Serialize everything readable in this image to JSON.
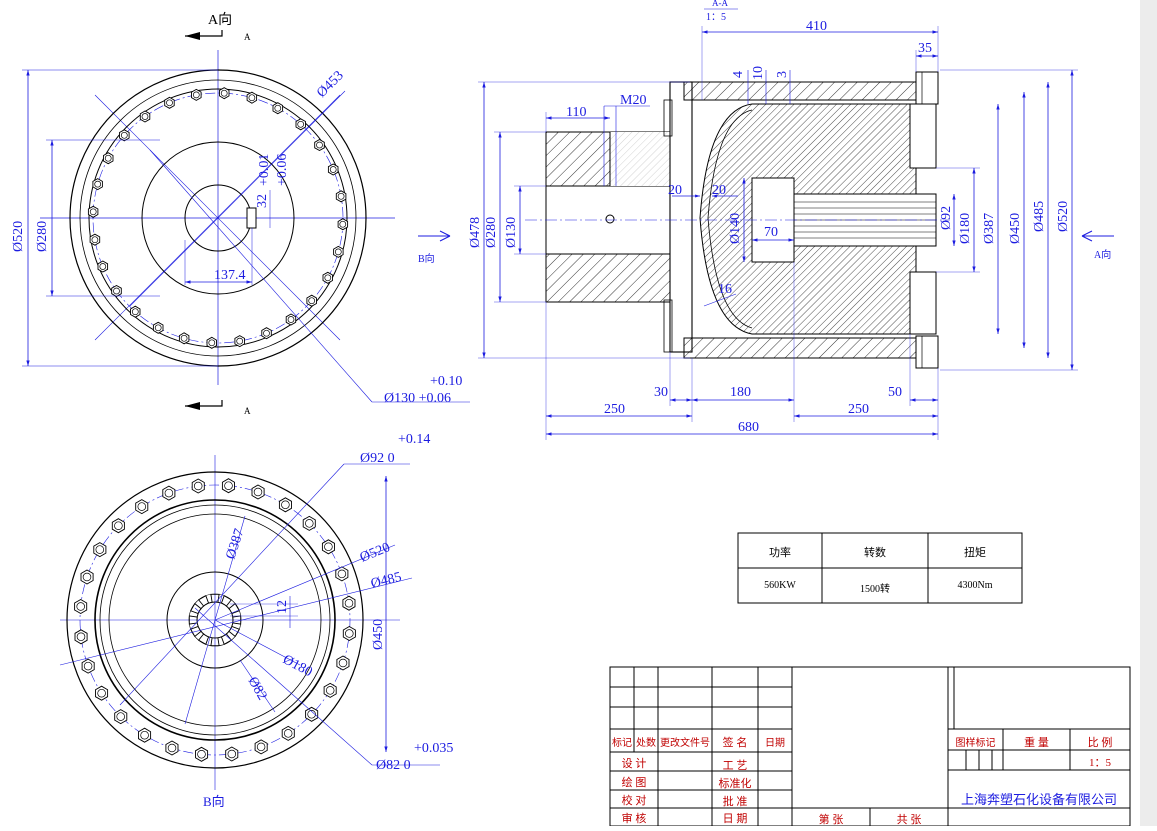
{
  "drawing": {
    "section_label": "A-A",
    "section_scale": "1：5",
    "view_a_label": "A向",
    "view_a_letter": "A",
    "view_b_label": "B向",
    "view_a_side_label": "A向",
    "view_b_arrow_label": "B向",
    "left_view": {
      "dims": [
        "Ø520",
        "Ø280",
        "Ø453",
        "+0.01",
        "+0.06",
        "32",
        "137.4",
        "+0.10",
        "Ø130 +0.06"
      ]
    },
    "section_view": {
      "dims": [
        "410",
        "35",
        "4",
        "10",
        "3",
        "110",
        "M20",
        "20",
        "20",
        "Ø140",
        "70",
        "16",
        "Ø92",
        "Ø180",
        "Ø387",
        "Ø450",
        "Ø485",
        "Ø520",
        "Ø478",
        "Ø280",
        "Ø130",
        "30",
        "180",
        "50",
        "250",
        "250",
        "680"
      ]
    },
    "bottom_view": {
      "dims": [
        "+0.14",
        "Ø92  0",
        "Ø387",
        "Ø520",
        "Ø485",
        "Ø450",
        "12",
        "Ø180",
        "Ø82",
        "+0.035",
        "Ø82  0"
      ]
    }
  },
  "spec_table": {
    "headers": [
      "功率",
      "转数",
      "扭矩"
    ],
    "values": [
      "560KW",
      "1500转",
      "4300Nm"
    ]
  },
  "title_block": {
    "rev_headers": [
      "标记",
      "处数",
      "更改文件号",
      "签 名",
      "日期"
    ],
    "roles_left": [
      "设 计",
      "绘 图",
      "校 对",
      "审 核"
    ],
    "roles_mid": [
      "工 艺",
      "标准化",
      "批 准",
      "日 期"
    ],
    "meta_headers": [
      "图样标记",
      "重 量",
      "比 例"
    ],
    "scale": "1：5",
    "company": "上海奔塑石化设备有限公司",
    "sheet_no": "第  张",
    "sheet_total": "共  张"
  }
}
